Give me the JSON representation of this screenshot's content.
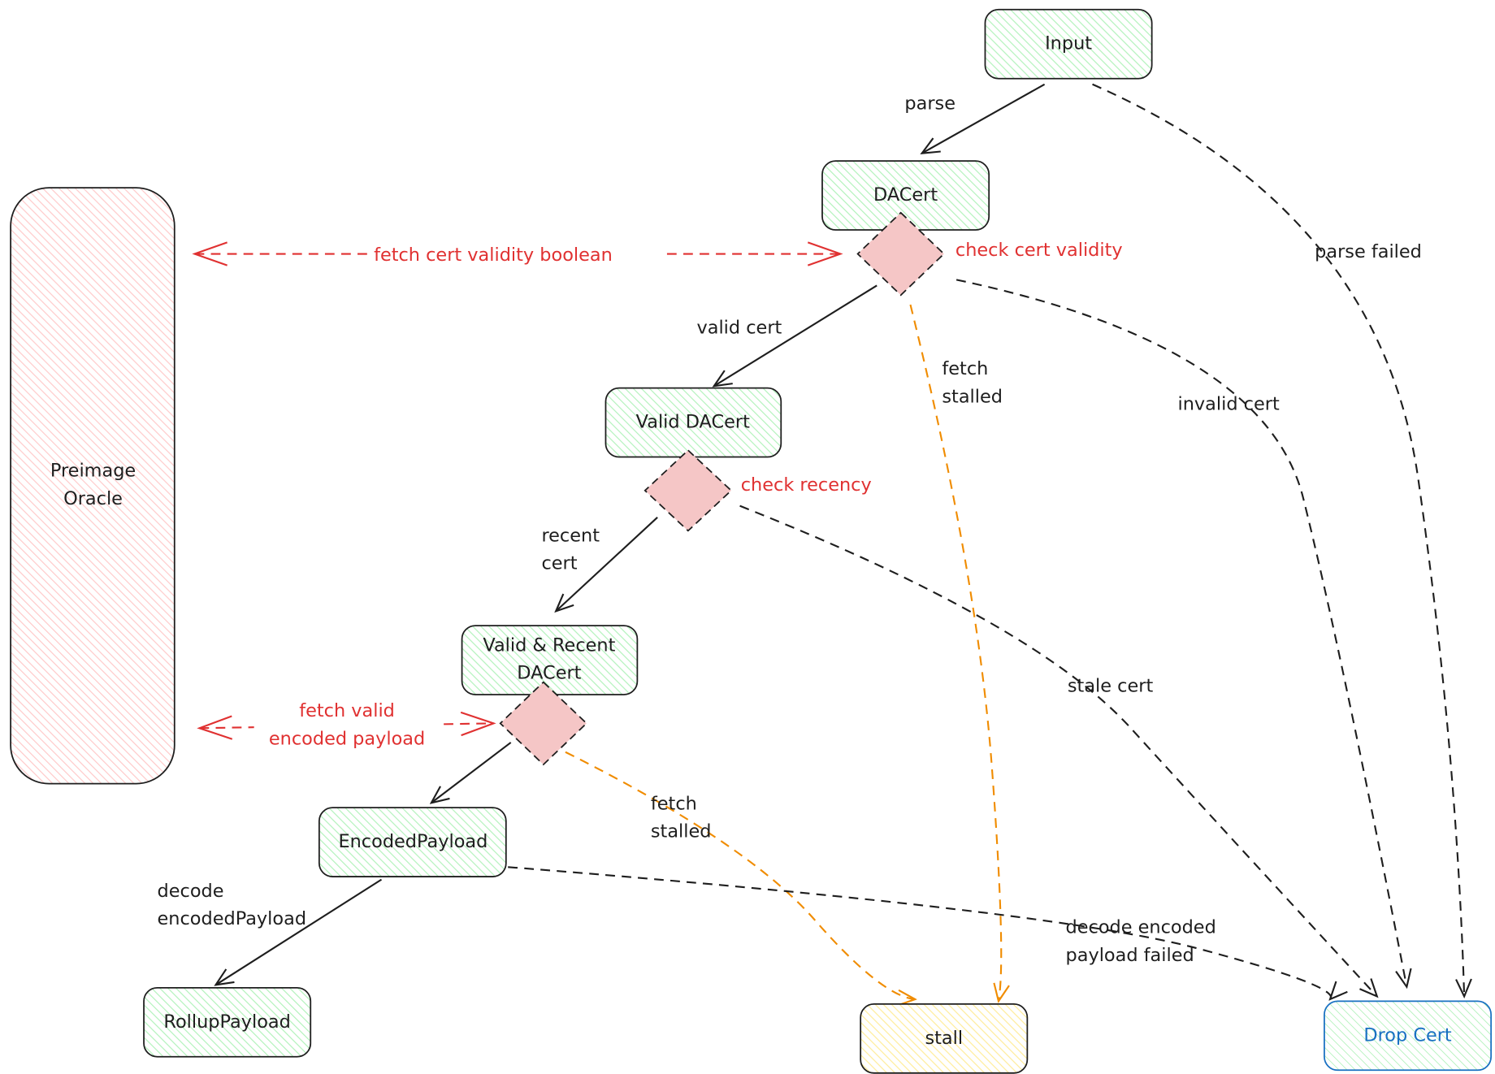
{
  "nodes": {
    "input": "Input",
    "dacert": "DACert",
    "valid_dacert": "Valid DACert",
    "valid_recent_line1": "Valid & Recent",
    "valid_recent_line2": "DACert",
    "encoded_payload": "EncodedPayload",
    "rollup_payload": "RollupPayload",
    "stall": "stall",
    "drop_cert": "Drop Cert",
    "oracle_line1": "Preimage",
    "oracle_line2": "Oracle"
  },
  "decisions": {
    "check_validity": "check cert validity",
    "check_recency": "check recency"
  },
  "edges": {
    "parse": "parse",
    "parse_failed": "parse failed",
    "valid_cert": "valid cert",
    "invalid_cert": "invalid cert",
    "fetch_stalled_1a": "fetch",
    "fetch_stalled_1b": "stalled",
    "fetch_validity": "fetch cert validity boolean",
    "recent_cert_a": "recent",
    "recent_cert_b": "cert",
    "stale_cert": "stale cert",
    "fetch_payload_a": "fetch valid",
    "fetch_payload_b": "encoded payload",
    "fetch_stalled_2a": "fetch",
    "fetch_stalled_2b": "stalled",
    "decode_a": "decode",
    "decode_b": "encodedPayload",
    "decode_failed_a": "decode encoded",
    "decode_failed_b": "payload failed"
  },
  "colors": {
    "node_fill": "#b2f2bb",
    "decision_fill": "#f5c6c6",
    "oracle_fill": "#ffc9c9",
    "stall_fill": "#ffec99",
    "error": "#e03131",
    "stall_edge": "#f08c00",
    "drop": "#1971c2"
  }
}
